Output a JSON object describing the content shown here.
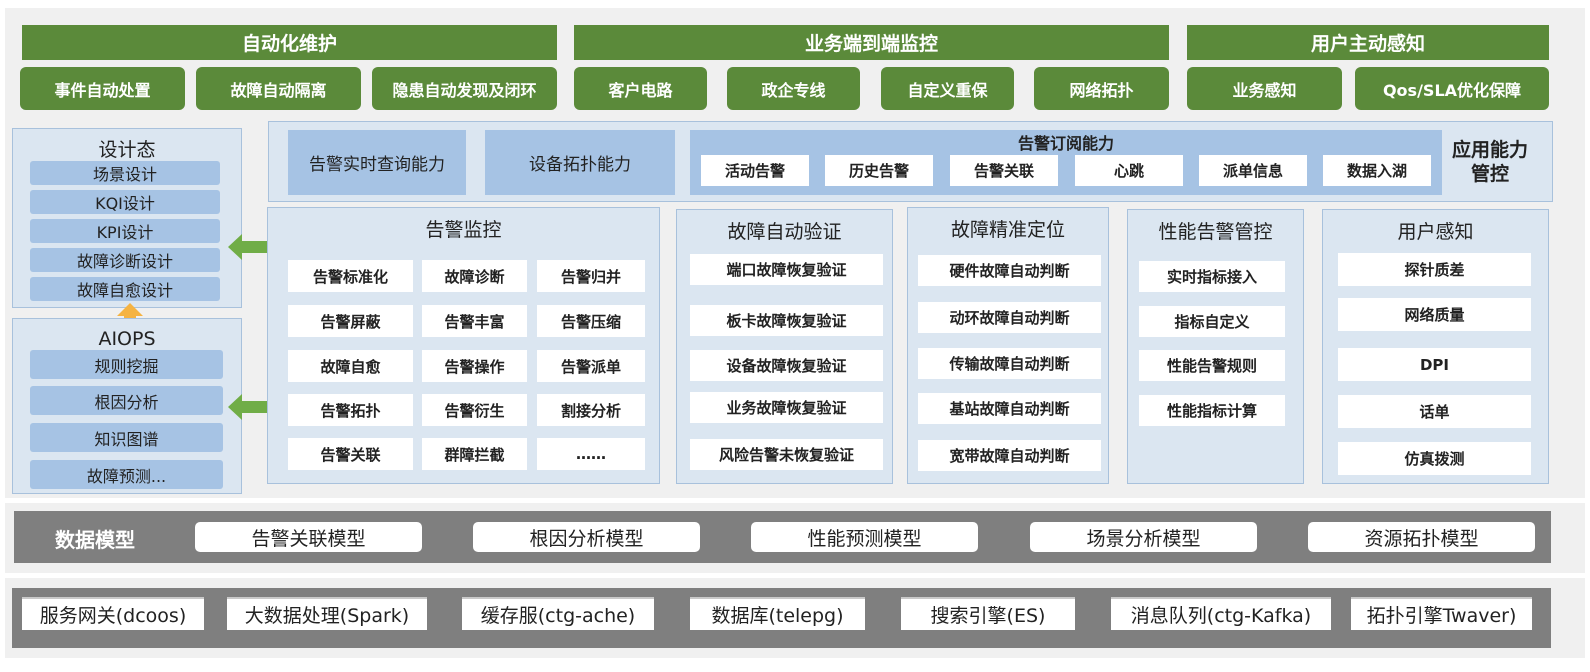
{
  "top": {
    "groups": [
      {
        "title": "自动化维护",
        "items": [
          "事件自动处置",
          "故障自动隔离",
          "隐患自动发现及闭环"
        ]
      },
      {
        "title": "业务端到端监控",
        "items": [
          "客户电路",
          "政企专线",
          "自定义重保",
          "网络拓扑"
        ]
      },
      {
        "title": "用户主动感知",
        "items": [
          "业务感知",
          "Qos/SLA优化保障"
        ]
      }
    ]
  },
  "left": {
    "design": {
      "title": "设计态",
      "items": [
        "场景设计",
        "KQI设计",
        "KPI设计",
        "故障诊断设计",
        "故障自愈设计"
      ]
    },
    "aiops": {
      "title": "AIOPS",
      "items": [
        "规则挖掘",
        "根因分析",
        "知识图谱",
        "故障预测..."
      ]
    }
  },
  "capability": {
    "title": "应用能力管控",
    "query": "告警实时查询能力",
    "topology": "设备拓扑能力",
    "subscribe": {
      "title": "告警订阅能力",
      "items": [
        "活动告警",
        "历史告警",
        "告警关联",
        "心跳",
        "派单信息",
        "数据入湖"
      ]
    }
  },
  "panels": {
    "monitor": {
      "title": "告警监控",
      "items": [
        "告警标准化",
        "故障诊断",
        "告警归并",
        "告警屏蔽",
        "告警丰富",
        "告警压缩",
        "故障自愈",
        "告警操作",
        "告警派单",
        "告警拓扑",
        "告警衍生",
        "割接分析",
        "告警关联",
        "群障拦截",
        "……"
      ]
    },
    "verify": {
      "title": "故障自动验证",
      "items": [
        "端口故障恢复验证",
        "板卡故障恢复验证",
        "设备故障恢复验证",
        "业务故障恢复验证",
        "风险告警未恢复验证"
      ]
    },
    "locate": {
      "title": "故障精准定位",
      "items": [
        "硬件故障自动判断",
        "动环故障自动判断",
        "传输故障自动判断",
        "基站故障自动判断",
        "宽带故障自动判断"
      ]
    },
    "perf": {
      "title": "性能告警管控",
      "items": [
        "实时指标接入",
        "指标自定义",
        "性能告警规则",
        "性能指标计算"
      ]
    },
    "user": {
      "title": "用户感知",
      "items": [
        "探针质差",
        "网络质量",
        "DPI",
        "话单",
        "仿真拨测"
      ]
    }
  },
  "data_model": {
    "title": "数据模型",
    "items": [
      "告警关联模型",
      "根因分析模型",
      "性能预测模型",
      "场景分析模型",
      "资源拓扑模型"
    ]
  },
  "infra": {
    "items": [
      "服务网关(dcoos)",
      "大数据处理(Spark)",
      "缓存服(ctg-ache)",
      "数据库(telepg)",
      "搜索引擎(ES)",
      "消息队列(ctg-Kafka)",
      "拓扑引擎Twaver)"
    ]
  },
  "colors": {
    "green": "#5b8a3a",
    "light_blue": "#dbe6f1",
    "mid_blue": "#a6c3e4",
    "gray": "#7f7f7f",
    "arrow_green": "#70ad47",
    "arrow_orange": "#f5b342"
  }
}
